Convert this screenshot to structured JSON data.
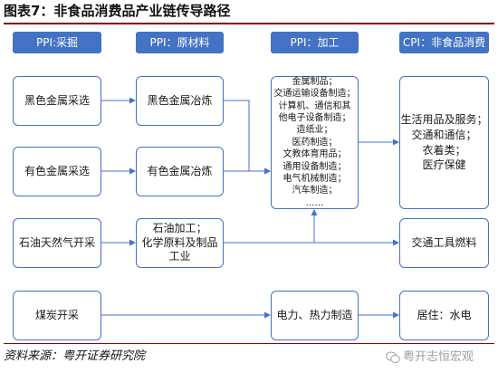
{
  "title": "图表7：非食品消费品产业链传导路径",
  "source": "资料来源：粤开证券研究院",
  "watermark": "粤开志恒宏观",
  "headers": {
    "col1": "PPI:采掘",
    "col2": "PPI：原材料",
    "col3": "PPI：加工",
    "col4": "CPI：非食品消费"
  },
  "boxes": {
    "black_mining": "黑色金属采选",
    "nonferrous_mining": "有色金属采选",
    "oil_gas": "石油天然气开采",
    "coal": "煤炭开采",
    "black_smelting": "黑色金属冶炼",
    "nonferrous_smelting": "有色金属冶炼",
    "petroleum_chem": "石油加工；\n化学原料及制品\n工业",
    "manufacturing_list": "金属制品；\n交通运输设备制造；\n计算机、通信和其\n他电子设备制造；\n造纸业；\n医药制造；\n文教体育用品；\n通用设备制造；\n电气机械制造；\n汽车制造；\n……",
    "power_heat": "电力、热力制造",
    "consumer_goods": "生活用品及服务；\n交通和通信；\n衣着类；\n医疗保健",
    "transport_fuel": "交通工具燃料",
    "residence": "居住：水电"
  },
  "colors": {
    "header_fill": "#4472c4",
    "box_border": "#4472c4",
    "arrow": "#4472c4",
    "rule": "#8a0000"
  }
}
